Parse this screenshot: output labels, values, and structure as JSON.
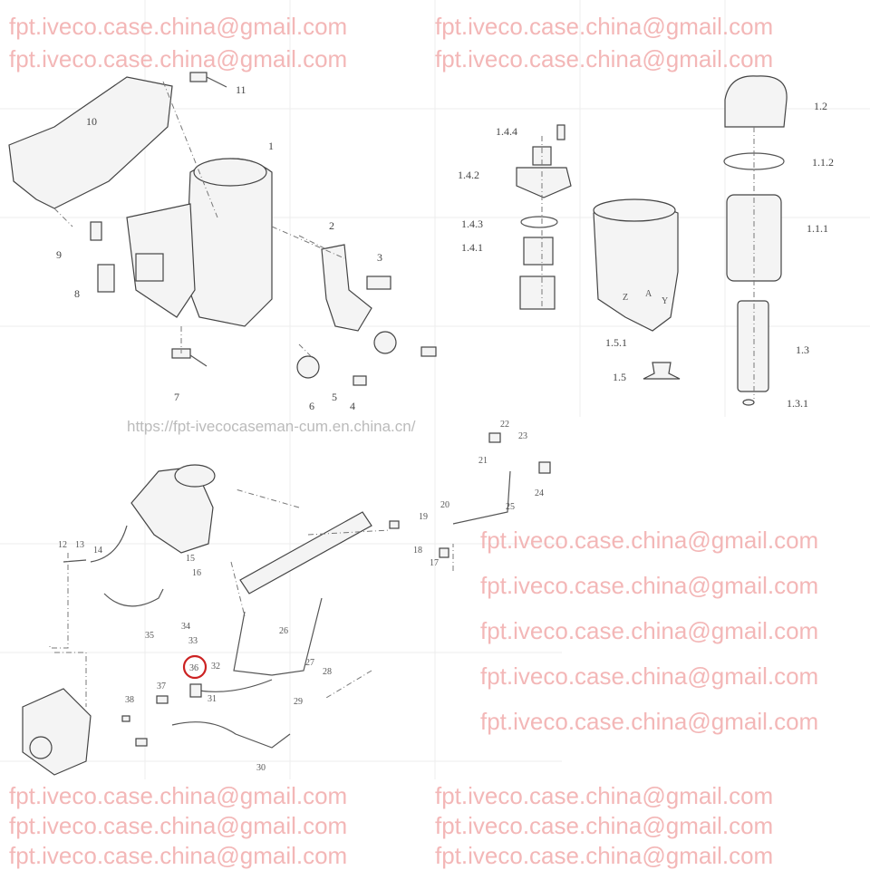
{
  "diagram": {
    "top_left_labels": [
      "1",
      "2",
      "3",
      "4",
      "5",
      "6",
      "7",
      "8",
      "9",
      "10",
      "11"
    ],
    "top_right_labels": [
      "1.4.4",
      "1.4.2",
      "1.4.3",
      "1.4.1",
      "1.5.1",
      "1.5",
      "1.2",
      "1.1.2",
      "1.1.1",
      "1.3",
      "1.3.1"
    ],
    "filter_housing_marks": [
      "Z",
      "A",
      "Y"
    ],
    "bottom_labels": [
      "12",
      "13",
      "14",
      "15",
      "16",
      "17",
      "18",
      "19",
      "20",
      "21",
      "22",
      "23",
      "24",
      "25",
      "26",
      "27",
      "28",
      "29",
      "30",
      "31",
      "32",
      "33",
      "34",
      "35",
      "36",
      "37",
      "38"
    ],
    "highlighted_label": "36",
    "highlight_color": "#cc2222"
  },
  "watermarks": {
    "texts": [
      "fpt.iveco.case.china@gmail.com"
    ],
    "url": "https://fpt-ivecocaseman-cum.en.china.cn/",
    "color": "#f0a0a0"
  }
}
